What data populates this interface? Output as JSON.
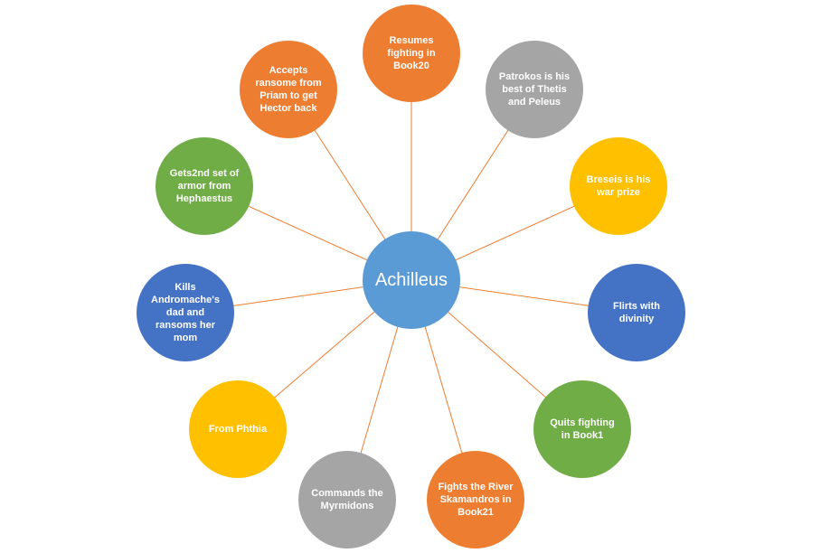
{
  "center": {
    "label": "Achilleus",
    "color": "#5B9BD5"
  },
  "line_color": "#ED7D31",
  "nodes": [
    {
      "label": "Resumes fighting in Book20",
      "color": "#ED7D31"
    },
    {
      "label": "Patrokos is his best of Thetis and Peleus",
      "color": "#A5A5A5"
    },
    {
      "label": "Breseis is his war prize",
      "color": "#FFC000"
    },
    {
      "label": "Flirts with divinity",
      "color": "#4472C4"
    },
    {
      "label": "Quits fighting in Book1",
      "color": "#70AD47"
    },
    {
      "label": "Fights the River Skamandros in Book21",
      "color": "#ED7D31"
    },
    {
      "label": "Commands the Myrmidons",
      "color": "#A5A5A5"
    },
    {
      "label": "From Phthia",
      "color": "#FFC000"
    },
    {
      "label": "Kills Andromache's dad and ransoms her mom",
      "color": "#4472C4"
    },
    {
      "label": "Gets2nd set of armor from Hephaestus",
      "color": "#70AD47"
    },
    {
      "label": "Accepts ransome from Priam to get Hector back",
      "color": "#ED7D31"
    }
  ]
}
